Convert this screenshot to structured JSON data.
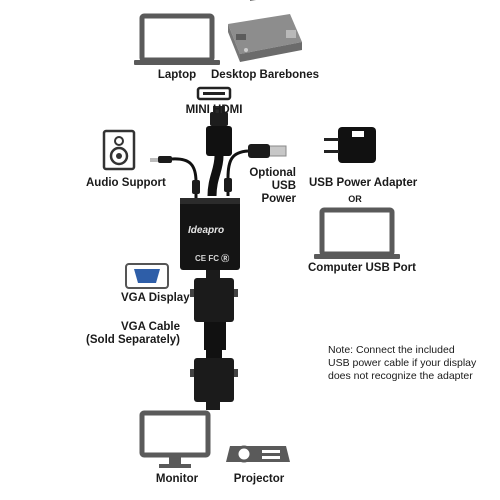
{
  "devices": {
    "laptop": "Laptop",
    "desktop": "Desktop Barebones",
    "mini_hdmi": "MINI HDMI",
    "audio": "Audio Support",
    "optional_usb": "Optional\nUSB\nPower",
    "usb_adapter": "USB Power Adapter",
    "or": "OR",
    "computer_usb": "Computer USB Port",
    "vga_display": "VGA Display",
    "vga_cable": "VGA Cable\n(Sold Separately)",
    "monitor": "Monitor",
    "projector": "Projector"
  },
  "adapter": {
    "brand": "Ideapro",
    "marks": "CE FC Ⓡ"
  },
  "note": "Note: Connect the included USB power cable if your display does not recognize the adapter",
  "colors": {
    "device": "#5a5a5a",
    "cable": "#111111",
    "connector": "#1b1b1b",
    "vga_blue": "#2e5ea8"
  }
}
